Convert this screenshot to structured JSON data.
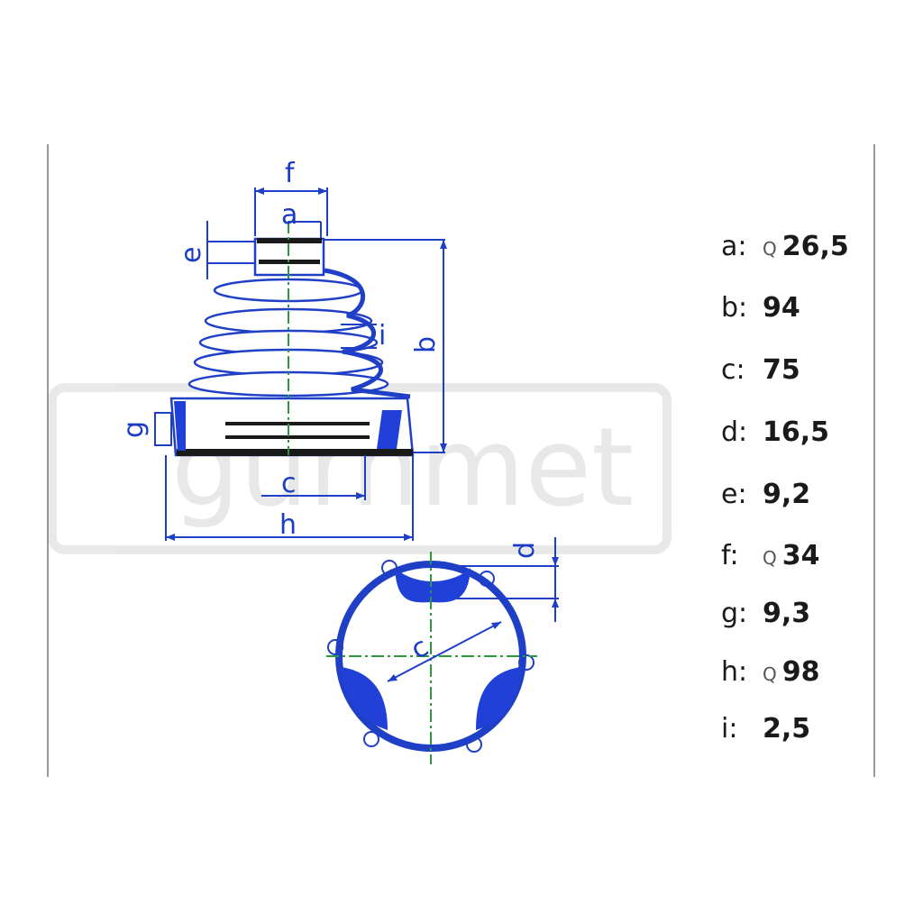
{
  "watermark": {
    "text": "gürnmet"
  },
  "diagram_labels": {
    "f": "f",
    "a": "a",
    "e": "e",
    "b": "b",
    "i": "i",
    "g": "g",
    "c_side": "c",
    "h": "h",
    "d": "d",
    "c_top": "c"
  },
  "specs": [
    {
      "label": "a:",
      "symbol": "Q",
      "value": "26,5"
    },
    {
      "label": "b:",
      "symbol": "",
      "value": "94"
    },
    {
      "label": "c:",
      "symbol": "",
      "value": "75"
    },
    {
      "label": "d:",
      "symbol": "",
      "value": "16,5"
    },
    {
      "label": "e:",
      "symbol": "",
      "value": "9,2"
    },
    {
      "label": "f:",
      "symbol": "Q",
      "value": "34"
    },
    {
      "label": "g:",
      "symbol": "",
      "value": "9,3"
    },
    {
      "label": "h:",
      "symbol": "Q",
      "value": "98"
    },
    {
      "label": "i:",
      "symbol": "",
      "value": "2,5"
    }
  ],
  "colors": {
    "outline": "#1f3fc7",
    "fill": "#2040d8",
    "centerline": "#2a9a3a",
    "frame": "#9a9a9a"
  }
}
